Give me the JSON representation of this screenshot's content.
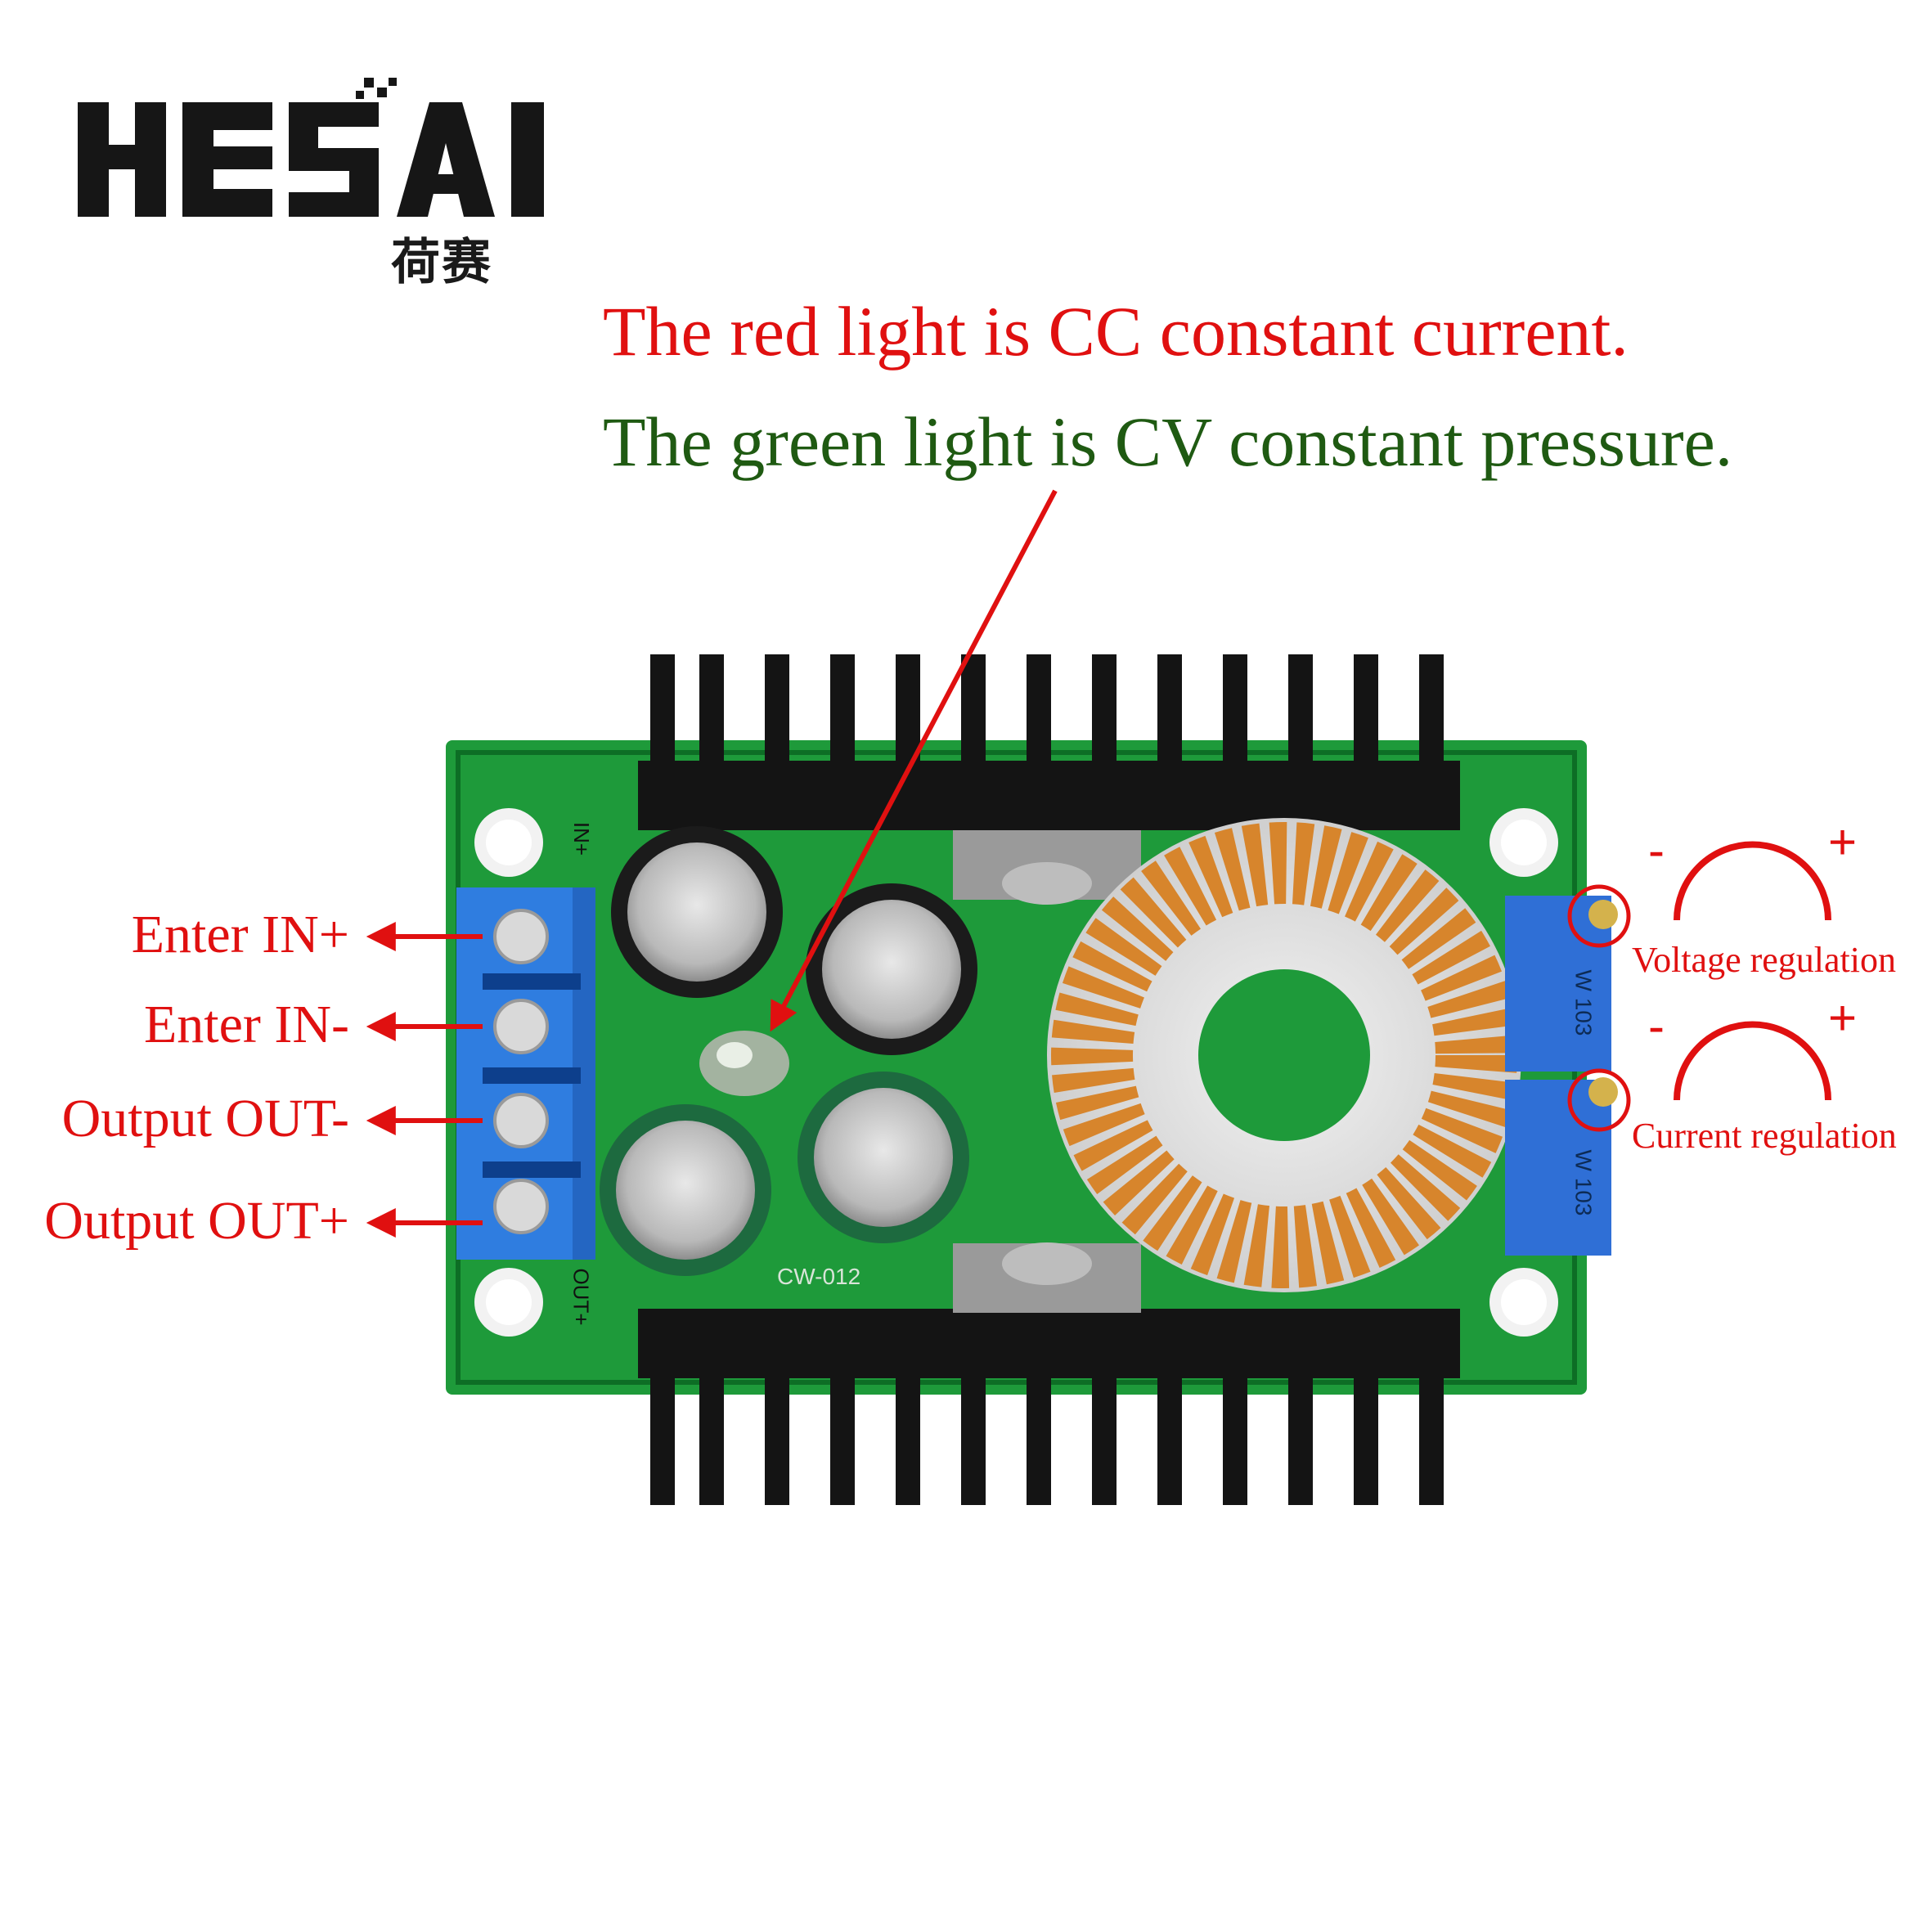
{
  "brand": {
    "name": "HESAI",
    "subtitle": "荷赛"
  },
  "headline": {
    "line1": "The red light is CC constant current.",
    "line2": "The green light is CV constant pressure."
  },
  "terminals": [
    {
      "label": "Enter IN+"
    },
    {
      "label": "Enter IN-"
    },
    {
      "label": "Output OUT-"
    },
    {
      "label": "Output OUT+"
    }
  ],
  "adjusters": [
    {
      "label": "Voltage regulation",
      "minus": "-",
      "plus": "+"
    },
    {
      "label": "Current regulation",
      "minus": "-",
      "plus": "+"
    }
  ],
  "pcb_marks": {
    "in_mark": "IN+",
    "out_mark": "OUT+",
    "pot_code": "W 103",
    "board_code": "CW-012"
  },
  "colors": {
    "red": "#e01010",
    "green": "#1f5a12",
    "pcb": "#1e9a3a",
    "terminal": "#2f7de0",
    "heatsink": "#141414",
    "copper": "#d7852c"
  }
}
